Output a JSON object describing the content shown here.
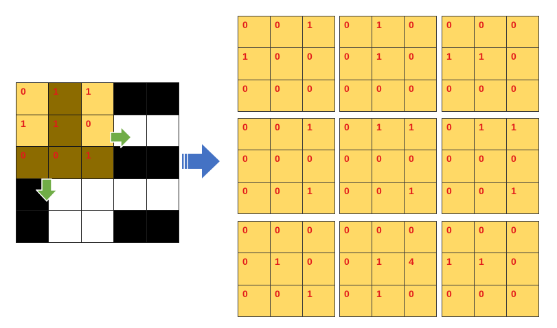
{
  "colors": {
    "yellow": "#ffd966",
    "brown": "#8c6b00",
    "black": "#000000",
    "white": "#ffffff",
    "number_red": "#e21a1a",
    "green_arrow": "#70ad47",
    "blue_arrow": "#4472c4"
  },
  "source": {
    "rows": [
      [
        {
          "v": "0",
          "c": "yellow"
        },
        {
          "v": "1",
          "c": "brown"
        },
        {
          "v": "1",
          "c": "yellow"
        },
        {
          "v": "",
          "c": "black"
        },
        {
          "v": "",
          "c": "black"
        }
      ],
      [
        {
          "v": "1",
          "c": "yellow"
        },
        {
          "v": "1",
          "c": "brown"
        },
        {
          "v": "0",
          "c": "yellow"
        },
        {
          "v": "",
          "c": "white"
        },
        {
          "v": "",
          "c": "white"
        }
      ],
      [
        {
          "v": "0",
          "c": "brown"
        },
        {
          "v": "0",
          "c": "brown"
        },
        {
          "v": "1",
          "c": "brown"
        },
        {
          "v": "",
          "c": "black"
        },
        {
          "v": "",
          "c": "black"
        }
      ],
      [
        {
          "v": "",
          "c": "black"
        },
        {
          "v": "",
          "c": "white"
        },
        {
          "v": "",
          "c": "white"
        },
        {
          "v": "",
          "c": "white"
        },
        {
          "v": "",
          "c": "white"
        }
      ],
      [
        {
          "v": "",
          "c": "black"
        },
        {
          "v": "",
          "c": "white"
        },
        {
          "v": "",
          "c": "white"
        },
        {
          "v": "",
          "c": "black"
        },
        {
          "v": "",
          "c": "black"
        }
      ]
    ]
  },
  "icons": {
    "green_arrows": [
      "arrow-right-icon",
      "arrow-down-icon"
    ],
    "big_arrow": "arrow-right-icon"
  },
  "patches": [
    [
      [
        "0",
        "0",
        "1"
      ],
      [
        "1",
        "0",
        "0"
      ],
      [
        "0",
        "0",
        "0"
      ]
    ],
    [
      [
        "0",
        "1",
        "0"
      ],
      [
        "0",
        "1",
        "0"
      ],
      [
        "0",
        "0",
        "0"
      ]
    ],
    [
      [
        "0",
        "0",
        "0"
      ],
      [
        "1",
        "1",
        "0"
      ],
      [
        "0",
        "0",
        "0"
      ]
    ],
    [
      [
        "0",
        "0",
        "1"
      ],
      [
        "0",
        "0",
        "0"
      ],
      [
        "0",
        "0",
        "1"
      ]
    ],
    [
      [
        "0",
        "1",
        "1"
      ],
      [
        "0",
        "0",
        "0"
      ],
      [
        "0",
        "0",
        "1"
      ]
    ],
    [
      [
        "0",
        "1",
        "1"
      ],
      [
        "0",
        "0",
        "0"
      ],
      [
        "0",
        "0",
        "1"
      ]
    ],
    [
      [
        "0",
        "0",
        "0"
      ],
      [
        "0",
        "1",
        "0"
      ],
      [
        "0",
        "0",
        "1"
      ]
    ],
    [
      [
        "0",
        "0",
        "0"
      ],
      [
        "0",
        "1",
        "4"
      ],
      [
        "0",
        "1",
        "0"
      ]
    ],
    [
      [
        "0",
        "0",
        "0"
      ],
      [
        "1",
        "1",
        "0"
      ],
      [
        "0",
        "0",
        "0"
      ]
    ]
  ]
}
